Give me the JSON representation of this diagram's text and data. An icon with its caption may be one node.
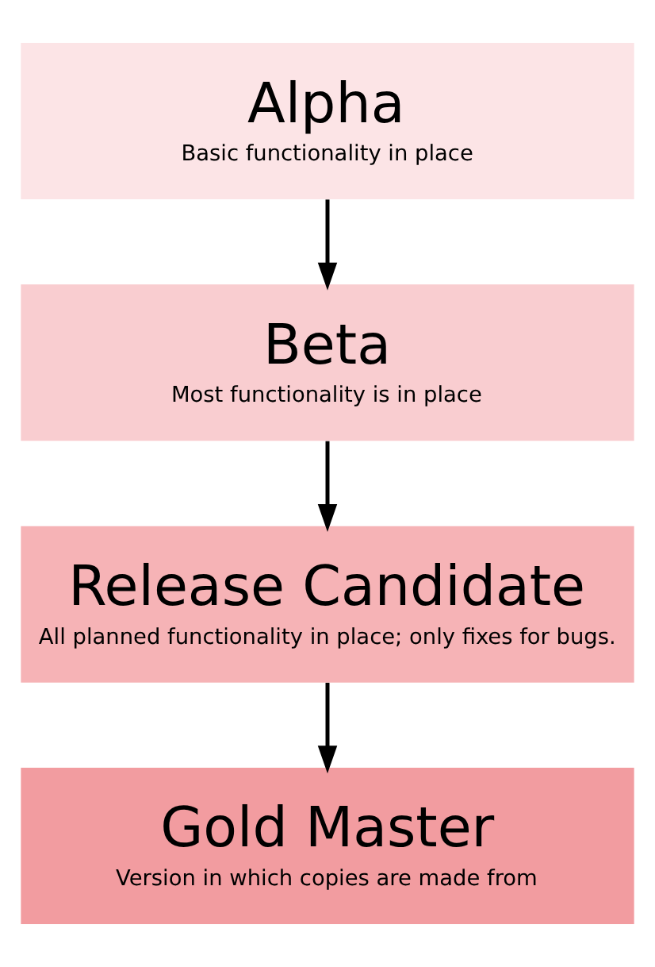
{
  "diagram": {
    "nodes": [
      {
        "text": [
          "Alpha",
          "Basic functionality in place"
        ]
      },
      {
        "text": [
          "Beta",
          "Most functionality is in place"
        ]
      },
      {
        "text": [
          "Release Candidate",
          "All planned functionality in place; only fixes for bugs."
        ]
      },
      {
        "text": [
          "Gold Master",
          "Version in which copies are made from"
        ]
      }
    ],
    "edges": [
      {
        "from": 0,
        "to": 1,
        "arrow": "to"
      },
      {
        "from": 1,
        "to": 2,
        "arrow": "to"
      },
      {
        "from": 2,
        "to": 3,
        "arrow": "to"
      }
    ]
  }
}
